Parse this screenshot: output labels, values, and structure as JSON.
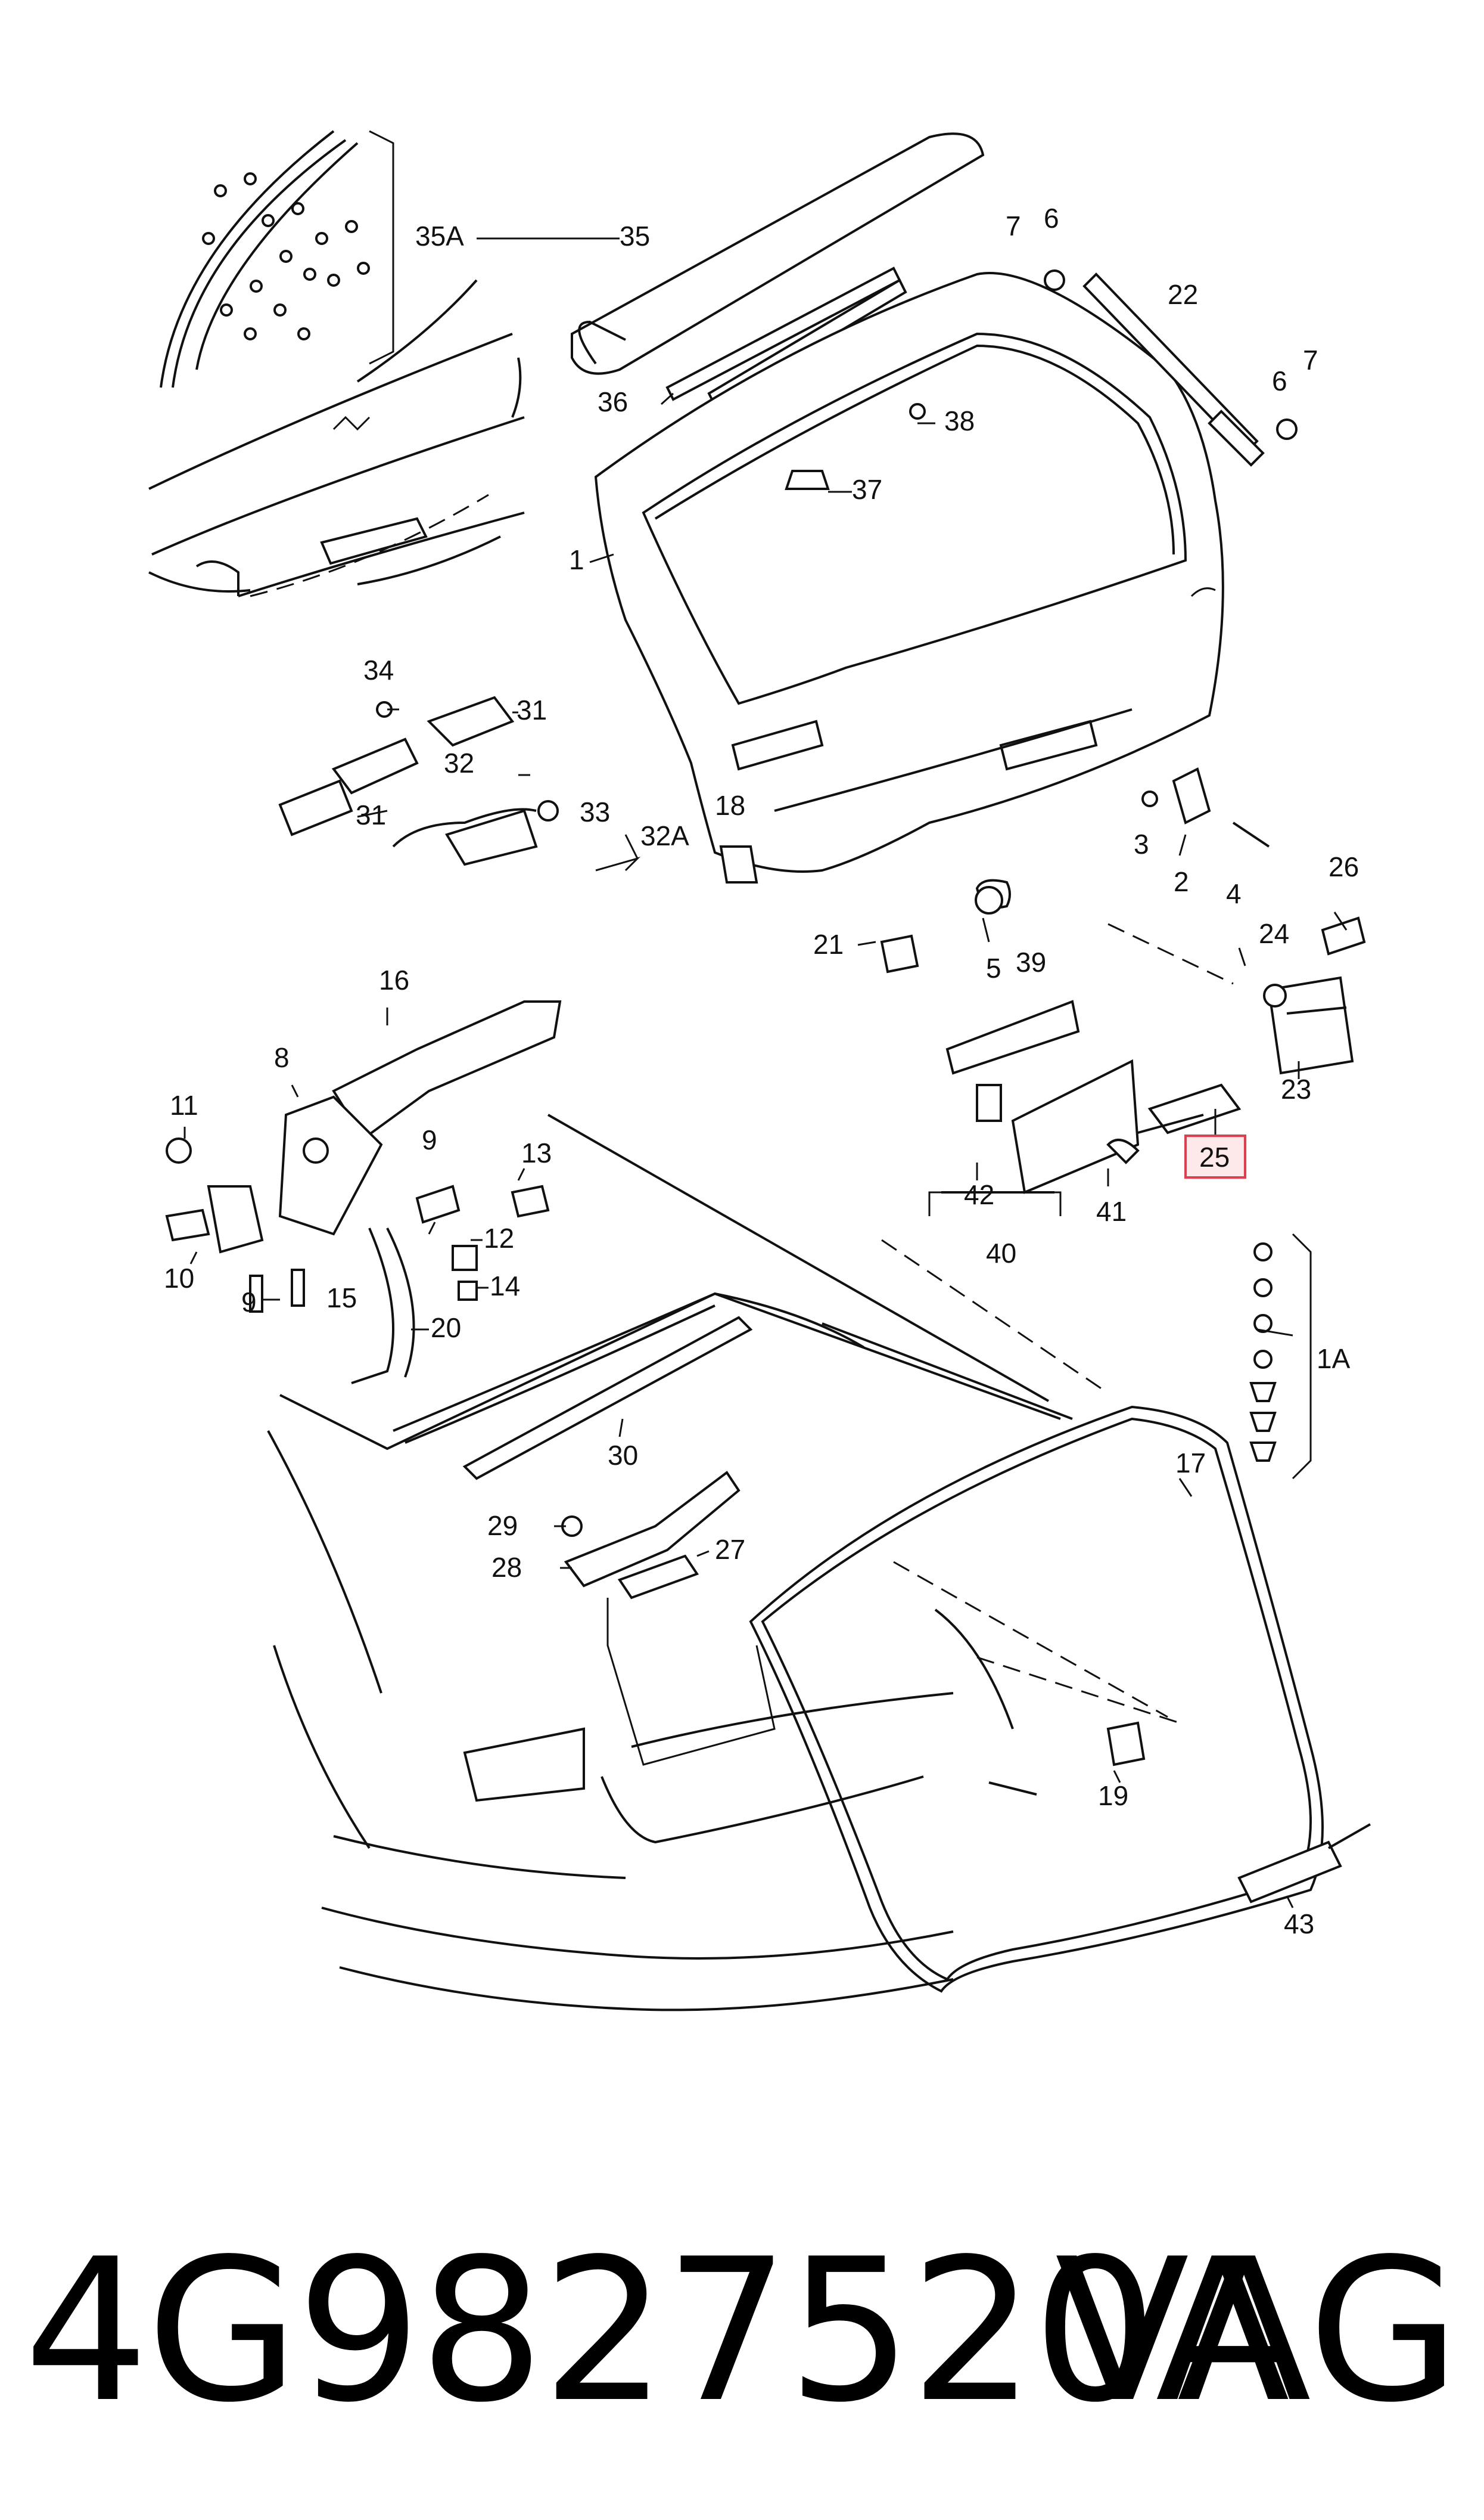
{
  "diagram": {
    "callouts": [
      {
        "id": "c35A",
        "text": "35A"
      },
      {
        "id": "c35",
        "text": "35"
      },
      {
        "id": "c36",
        "text": "36"
      },
      {
        "id": "c37",
        "text": "37"
      },
      {
        "id": "c38",
        "text": "38"
      },
      {
        "id": "c7a",
        "text": "7"
      },
      {
        "id": "c6a",
        "text": "6"
      },
      {
        "id": "c22",
        "text": "22"
      },
      {
        "id": "c7b",
        "text": "7"
      },
      {
        "id": "c6b",
        "text": "6"
      },
      {
        "id": "c1",
        "text": "1"
      },
      {
        "id": "c34",
        "text": "34"
      },
      {
        "id": "c31a",
        "text": "31"
      },
      {
        "id": "c32",
        "text": "32"
      },
      {
        "id": "c31b",
        "text": "31"
      },
      {
        "id": "c33",
        "text": "33"
      },
      {
        "id": "c32A",
        "text": "32A"
      },
      {
        "id": "c18",
        "text": "18"
      },
      {
        "id": "c3",
        "text": "3"
      },
      {
        "id": "c2",
        "text": "2"
      },
      {
        "id": "c4",
        "text": "4"
      },
      {
        "id": "c26",
        "text": "26"
      },
      {
        "id": "c21",
        "text": "21"
      },
      {
        "id": "c5",
        "text": "5"
      },
      {
        "id": "c39",
        "text": "39"
      },
      {
        "id": "c24",
        "text": "24"
      },
      {
        "id": "c23",
        "text": "23"
      },
      {
        "id": "c16",
        "text": "16"
      },
      {
        "id": "c8",
        "text": "8"
      },
      {
        "id": "c11",
        "text": "11"
      },
      {
        "id": "c9a",
        "text": "9"
      },
      {
        "id": "c13",
        "text": "13"
      },
      {
        "id": "c12",
        "text": "12"
      },
      {
        "id": "c10",
        "text": "10"
      },
      {
        "id": "c9b",
        "text": "9"
      },
      {
        "id": "c15",
        "text": "15"
      },
      {
        "id": "c14",
        "text": "14"
      },
      {
        "id": "c20",
        "text": "20"
      },
      {
        "id": "c42",
        "text": "42"
      },
      {
        "id": "c41",
        "text": "41"
      },
      {
        "id": "c40",
        "text": "40"
      },
      {
        "id": "c25",
        "text": "25"
      },
      {
        "id": "c1A",
        "text": "1A"
      },
      {
        "id": "c30",
        "text": "30"
      },
      {
        "id": "c17",
        "text": "17"
      },
      {
        "id": "c29",
        "text": "29"
      },
      {
        "id": "c27",
        "text": "27"
      },
      {
        "id": "c28",
        "text": "28"
      },
      {
        "id": "c19",
        "text": "19"
      },
      {
        "id": "c43",
        "text": "43"
      }
    ],
    "highlighted_part": "25",
    "highlight_color": "#e53b4a"
  },
  "footer": {
    "part_number": "4G9827520A",
    "brand": "VAG"
  }
}
